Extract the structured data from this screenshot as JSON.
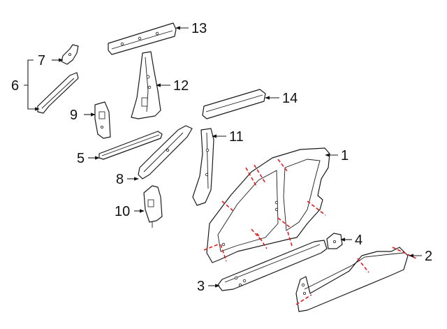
{
  "colors": {
    "line": "#1a1a1a",
    "cut_line": "#e31b1b",
    "background": "#ffffff"
  },
  "callouts": {
    "c1": "1",
    "c2": "2",
    "c3": "3",
    "c4": "4",
    "c5": "5",
    "c6": "6",
    "c7": "7",
    "c8": "8",
    "c9": "9",
    "c10": "10",
    "c11": "11",
    "c12": "12",
    "c13": "13",
    "c14": "14"
  }
}
